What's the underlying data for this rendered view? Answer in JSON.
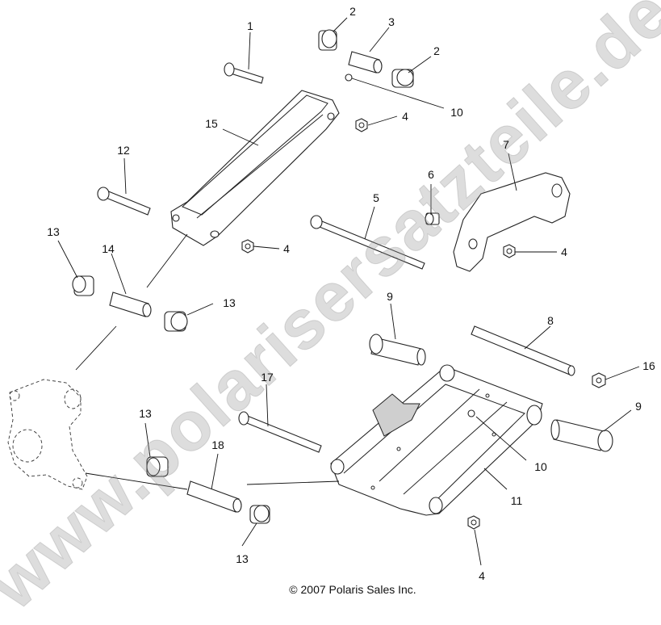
{
  "watermark": "www.polarisersatzteile.de",
  "copyright": "© 2007 Polaris Sales Inc.",
  "callouts": [
    "1",
    "2",
    "3",
    "2",
    "10",
    "4",
    "15",
    "12",
    "7",
    "6",
    "5",
    "4",
    "4",
    "13",
    "14",
    "13",
    "9",
    "8",
    "16",
    "9",
    "17",
    "13",
    "10",
    "18",
    "11",
    "4",
    "13"
  ]
}
